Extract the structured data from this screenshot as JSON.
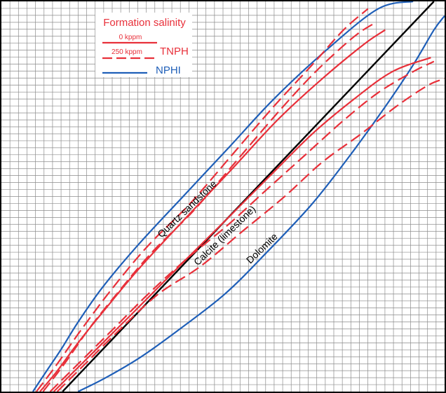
{
  "chart_data": {
    "type": "line",
    "title": "",
    "xlabel": "",
    "ylabel": "",
    "xlim": [
      0,
      100
    ],
    "ylim": [
      0,
      100
    ],
    "grid": true,
    "legend": {
      "position": "top-left",
      "title": "Formation salinity",
      "entries": [
        {
          "label": "0 kppm",
          "style": "solid",
          "color": "#e8303a"
        },
        {
          "label": "250 kppm",
          "style": "dashed",
          "color": "#e8303a"
        }
      ],
      "group_label": "TNPH",
      "nphi_label": "NPHI",
      "nphi_color": "#1f5fb8"
    },
    "annotations": [
      {
        "text": "Quartz sandstone",
        "at": [
          42.4,
          46.2
        ]
      },
      {
        "text": "Calcite (limestone)",
        "at": [
          50.9,
          39.4
        ]
      },
      {
        "text": "Dolomite",
        "at": [
          59.3,
          36.1
        ]
      }
    ],
    "series": [
      {
        "group": "calcite",
        "color": "#000000",
        "style": "solid",
        "x": [
          13.8,
          97.6
        ],
        "y": [
          0,
          100
        ]
      },
      {
        "group": "sandstone",
        "color": "#1f5fb8",
        "style": "solid",
        "x": [
          7.1,
          10.2,
          13.4,
          17.3,
          22.8,
          30.7,
          40.9,
          51.2,
          61.4,
          73.2,
          85.0,
          92.9
        ],
        "y": [
          0,
          5.3,
          10.7,
          17.8,
          26.7,
          37.4,
          49.9,
          62.4,
          74.9,
          87.4,
          98.1,
          100
        ]
      },
      {
        "group": "sandstone",
        "color": "#e8303a",
        "style": "solid",
        "x": [
          8.7,
          12.6,
          17.3,
          23.6,
          31.5,
          41.7,
          52.0,
          62.2,
          72.4,
          81.9,
          86.6
        ],
        "y": [
          0,
          5.3,
          12.5,
          21.4,
          32.1,
          44.6,
          57.0,
          69.5,
          80.2,
          89.1,
          92.7
        ]
      },
      {
        "group": "sandstone",
        "color": "#e8303a",
        "style": "dashed",
        "x": [
          7.9,
          12.6,
          18.1,
          25.2,
          33.1,
          42.5,
          52.0,
          61.4,
          70.1,
          77.2,
          82.7
        ],
        "y": [
          0,
          7.1,
          16.0,
          26.7,
          37.4,
          48.1,
          60.6,
          73.0,
          83.7,
          92.7,
          98.1
        ]
      },
      {
        "group": "sandstone",
        "color": "#e8303a",
        "style": "dashed",
        "x": [
          9.4,
          14.2,
          19.7,
          26.0,
          33.9,
          43.3,
          52.8,
          62.2,
          70.9,
          79.5,
          84.3
        ],
        "y": [
          0,
          7.1,
          16.0,
          25.0,
          35.6,
          46.3,
          58.8,
          71.3,
          82.0,
          90.9,
          94.5
        ]
      },
      {
        "group": "dolomite",
        "color": "#1f5fb8",
        "style": "solid",
        "x": [
          17.3,
          23.6,
          31.5,
          40.2,
          50.4,
          59.8,
          70.1,
          78.7,
          86.6,
          92.9,
          97.6,
          100
        ],
        "y": [
          0,
          3.6,
          8.9,
          16.0,
          25.0,
          35.6,
          48.1,
          60.6,
          73.0,
          83.7,
          92.7,
          96.3
        ]
      },
      {
        "group": "dolomite",
        "color": "#e8303a",
        "style": "solid",
        "x": [
          11.8,
          18.1,
          26.0,
          33.9,
          41.7,
          51.2,
          60.6,
          70.1,
          79.5,
          88.2,
          96.9
        ],
        "y": [
          0,
          7.1,
          16.0,
          25.0,
          33.9,
          44.6,
          55.3,
          66.0,
          74.9,
          82.0,
          85.6
        ]
      },
      {
        "group": "dolomite",
        "color": "#e8303a",
        "style": "dashed",
        "x": [
          11.0,
          17.3,
          25.2,
          33.1,
          41.7,
          51.2,
          59.8,
          68.5,
          77.2,
          85.0,
          92.9,
          97.6
        ],
        "y": [
          0,
          7.1,
          16.0,
          25.0,
          33.9,
          42.8,
          51.7,
          60.6,
          69.5,
          76.6,
          82.0,
          84.6
        ]
      },
      {
        "group": "dolomite",
        "color": "#e8303a",
        "style": "dashed",
        "x": [
          12.6,
          18.9,
          26.8,
          35.4,
          44.9,
          54.3,
          63.8,
          72.4,
          81.1,
          89.0,
          96.1,
          100
        ],
        "y": [
          0,
          7.1,
          16.0,
          25.0,
          32.1,
          41.0,
          49.9,
          58.8,
          66.0,
          73.0,
          78.4,
          80.2
        ]
      }
    ]
  }
}
